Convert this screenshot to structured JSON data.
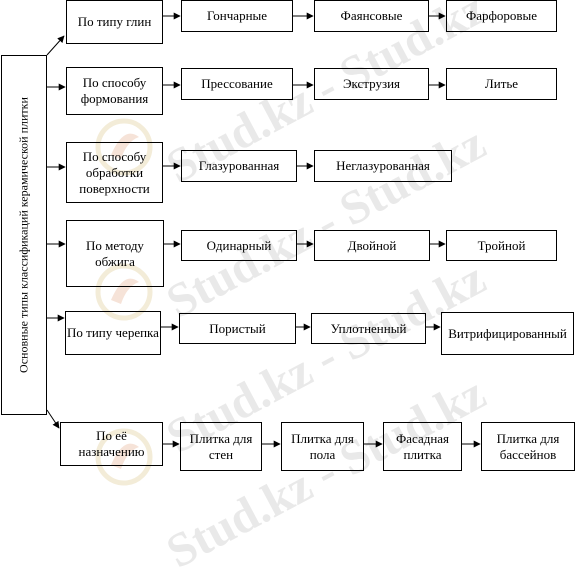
{
  "side_label": "Основные типы классификаций керамической плитки",
  "watermark": "Stud.kz - Stud.kz",
  "rows": [
    {
      "category": "По типу глин",
      "items": [
        "Гончарные",
        "Фаянсовые",
        "Фарфоровые"
      ]
    },
    {
      "category": "По способу формования",
      "items": [
        "Прессование",
        "Экструзия",
        "Литье"
      ]
    },
    {
      "category": "По способу обработки поверхности",
      "items": [
        "Глазурованная",
        "Неглазурованная"
      ]
    },
    {
      "category": "По методу обжига",
      "items": [
        "Одинарный",
        "Двойной",
        "Тройной"
      ]
    },
    {
      "category": "По типу черепка",
      "items": [
        "Пористый",
        "Уплотненный",
        "Витрифицированный"
      ]
    },
    {
      "category": "По её назначению",
      "items": [
        "Плитка для стен",
        "Плитка для пола",
        "Фасадная плитка",
        "Плитка для бассейнов"
      ]
    }
  ]
}
